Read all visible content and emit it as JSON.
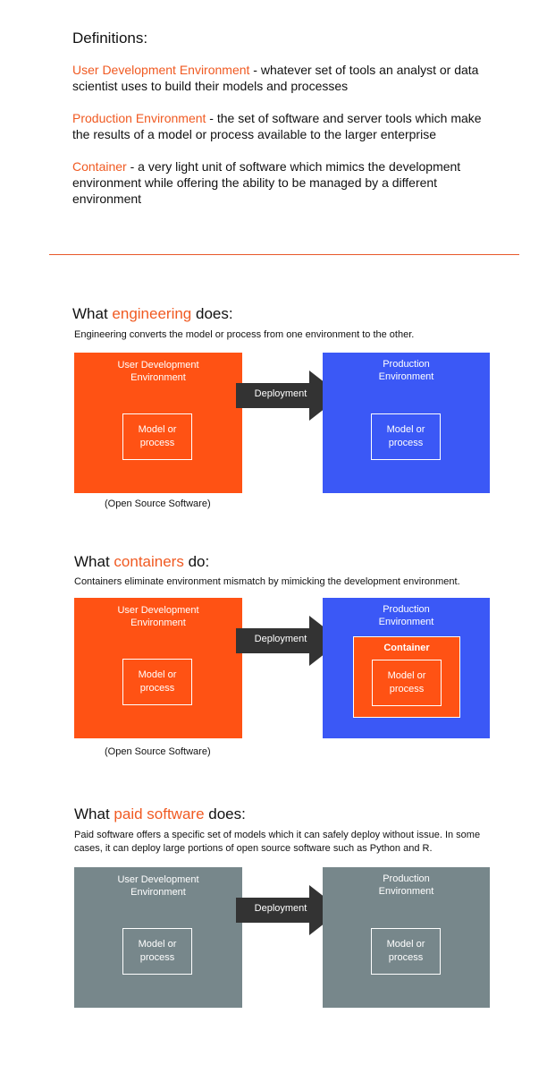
{
  "definitions": {
    "heading": "Definitions:",
    "items": [
      {
        "term": "User Development Environment",
        "text": " - whatever set of tools an analyst or data scientist uses to build their models and processes"
      },
      {
        "term": "Production Environment",
        "text": " - the set of software and server tools which make the results of a model or process available to the larger enterprise"
      },
      {
        "term": "Container",
        "text": " - a very light unit of software which mimics the development environment while offering the ability to be managed by a different environment"
      }
    ]
  },
  "sections": [
    {
      "title_prefix": "What ",
      "title_accent": "engineering",
      "title_suffix": " does:",
      "description": "Engineering converts the model or process from one environment to the other.",
      "left_label": "User Development Environment",
      "left_inner": "Model or process",
      "arrow_label": "Deployment",
      "right_label": "Production Environment",
      "right_inner": "Model or process",
      "footnote": "(Open Source Software)"
    },
    {
      "title_prefix": "What ",
      "title_accent": "containers",
      "title_suffix": " do:",
      "description": "Containers eliminate environment mismatch by mimicking the development environment.",
      "left_label": "User Development Environment",
      "left_inner": "Model or process",
      "arrow_label": "Deployment",
      "right_label": "Production Environment",
      "container_label": "Container",
      "right_inner": "Model or process",
      "footnote": "(Open Source Software)"
    },
    {
      "title_prefix": "What ",
      "title_accent": "paid software",
      "title_suffix": " does:",
      "description": "Paid software offers a specific set of models which it can safely deploy without issue. In some cases, it can deploy large portions of open source software such as Python and R.",
      "left_label": "User Development Environment",
      "left_inner": "Model or process",
      "arrow_label": "Deployment",
      "right_label": "Production Environment",
      "right_inner": "Model or process"
    }
  ],
  "colors": {
    "accent": "#f05a22",
    "dev_env": "#ff5214",
    "prod_env": "#3b58f6",
    "paid_env": "#77878b",
    "arrow": "#333333"
  }
}
